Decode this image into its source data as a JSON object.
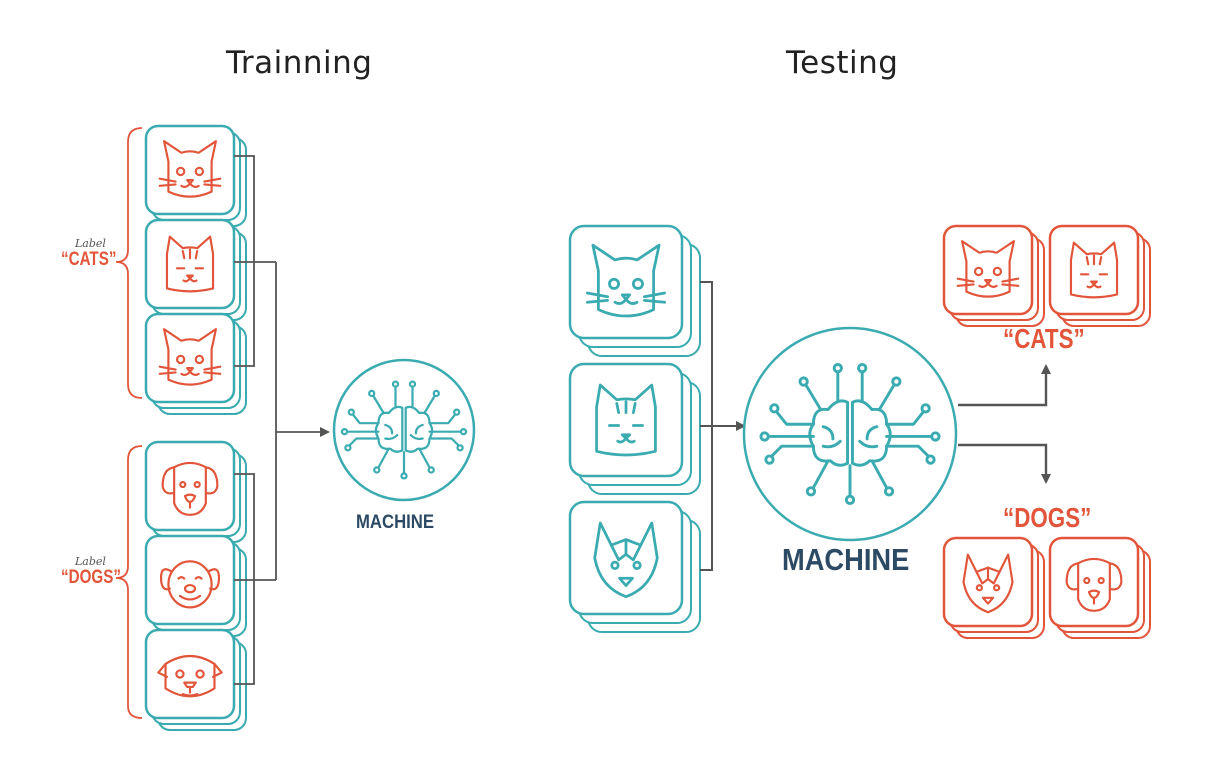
{
  "headings": {
    "training": "Trainning",
    "testing": "Testing"
  },
  "training": {
    "label_small_1": "Label",
    "label_cats": "“CATS”",
    "label_small_2": "Label",
    "label_dogs": "“DOGS”",
    "machine": "MACHINE"
  },
  "testing": {
    "machine": "MACHINE",
    "out_cats": "“CATS”",
    "out_dogs": "“DOGS”"
  },
  "colors": {
    "teal": "#3aabb0",
    "orange": "#e2553a",
    "navy": "#2c4a63",
    "arrow": "#555555"
  },
  "icons": [
    "cat-face-icon",
    "dog-face-icon",
    "brain-circuit-icon",
    "arrow-icon",
    "brace-icon"
  ]
}
